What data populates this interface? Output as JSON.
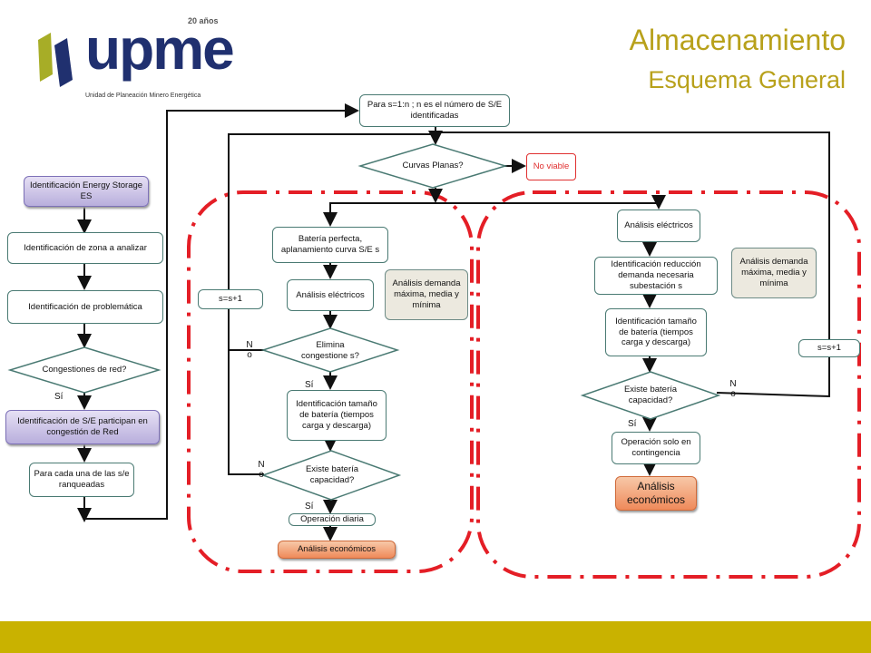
{
  "header": {
    "title": "Almacenamiento",
    "subtitle": "Esquema General"
  },
  "logo": {
    "name": "upme",
    "years": "20 años",
    "tagline": "Unidad de Planeación Minero Energética"
  },
  "colors": {
    "accent": "#b8a11b",
    "logo_blue": "#20306f",
    "footer": "#c9b200",
    "dashed_group": "#e41e26"
  },
  "nodes": {
    "identificacion_es": "Identificación Energy Storage ES",
    "zona": "Identificación de zona a analizar",
    "problematica": "Identificación de problemática",
    "congestiones": "Congestiones de red?",
    "se_participan": "Identificación de S/E participan en congestión de Red",
    "cada_una": "Para cada una de las s/e ranqueadas",
    "para_s": "Para s=1:n ; n es el número de S/E identificadas",
    "curvas": "Curvas Planas?",
    "no_viable": "No viable",
    "bateria_perfecta": "Batería perfecta, aplanamiento curva S/E s",
    "analisis_electricos_1": "Análisis eléctricos",
    "analisis_demanda_1": "Análisis demanda máxima, media y mínima",
    "s_s1_left": "s=s+1",
    "elimina": "Elimina congestione s?",
    "tamano_1": "Identificación tamaño de batería (tiempos carga y descarga)",
    "existe_1": "Existe batería capacidad?",
    "operacion_diaria": "Operación diaria",
    "economicos_1": "Análisis económicos",
    "analisis_electricos_2": "Análisis eléctricos",
    "reduccion": "Identificación reducción demanda necesaria subestación s",
    "analisis_demanda_2": "Análisis demanda máxima, media y mínima",
    "tamano_2": "Identificación tamaño de batería (tiempos carga y descarga)",
    "s_s1_right": "s=s+1",
    "existe_2": "Existe batería capacidad?",
    "contingencia": "Operación solo en contingencia",
    "economicos_2": "Análisis económicos"
  },
  "labels": {
    "si_congestiones": "Sí",
    "no_elimina": "N o",
    "si_elimina": "Sí",
    "no_existe_1": "N o",
    "si_existe_1": "Sí",
    "no_existe_2": "N o",
    "si_existe_2": "Sí"
  }
}
